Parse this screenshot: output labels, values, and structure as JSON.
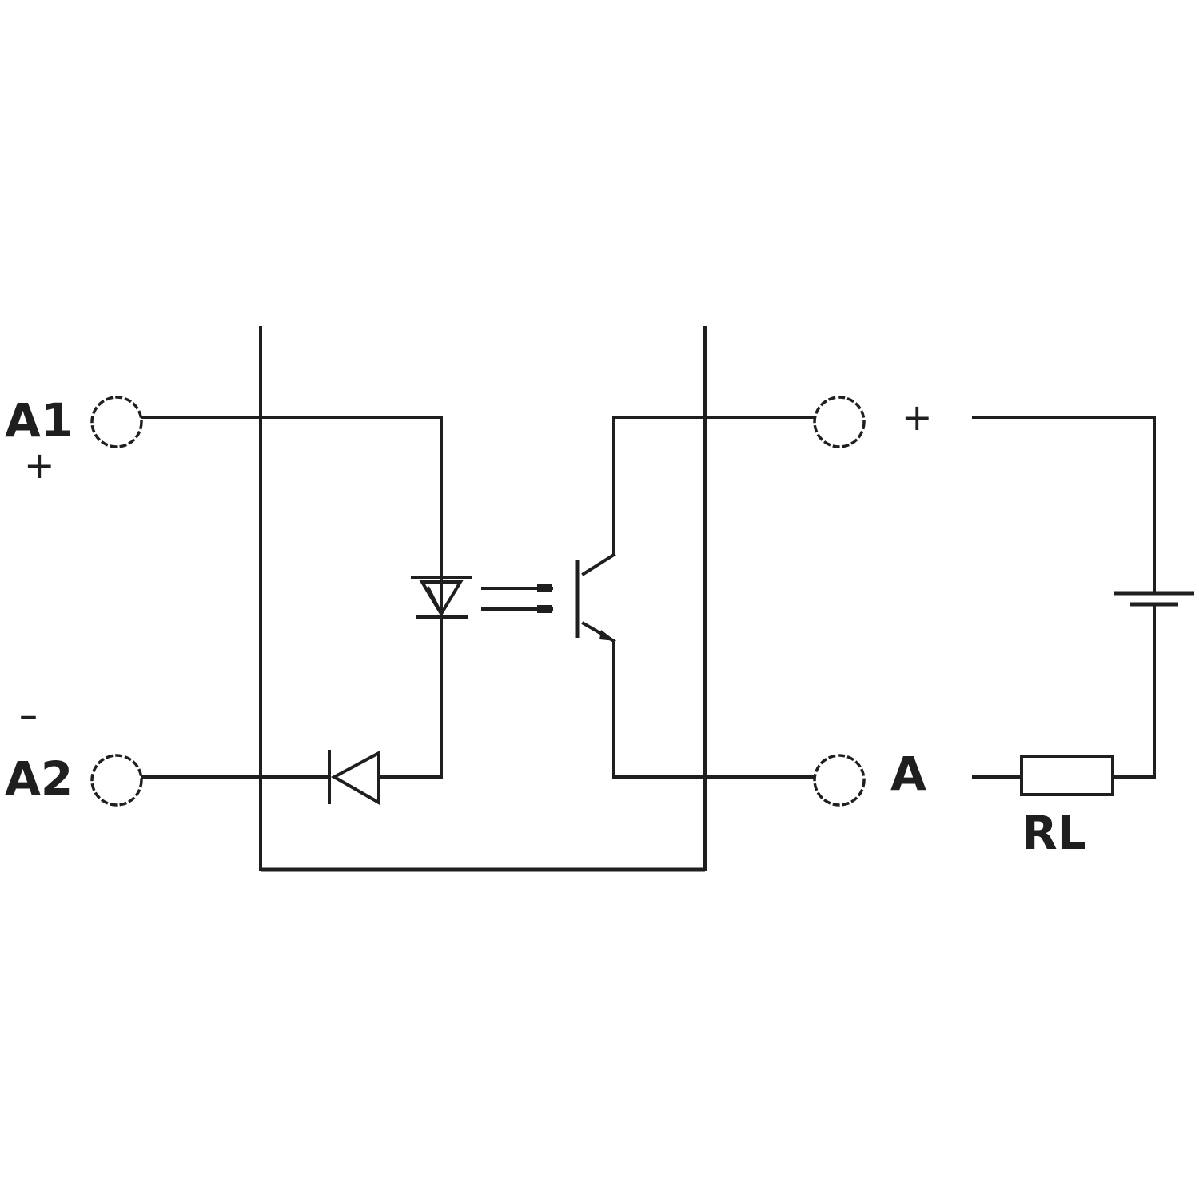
{
  "labels": {
    "a1": "A1",
    "a1_sign": "+",
    "a2_sign": "–",
    "a2": "A2",
    "out_plus": "+",
    "out_a": "A",
    "resistor": "RL"
  },
  "colors": {
    "line": "#1f1f1f",
    "background": "#ffffff"
  }
}
